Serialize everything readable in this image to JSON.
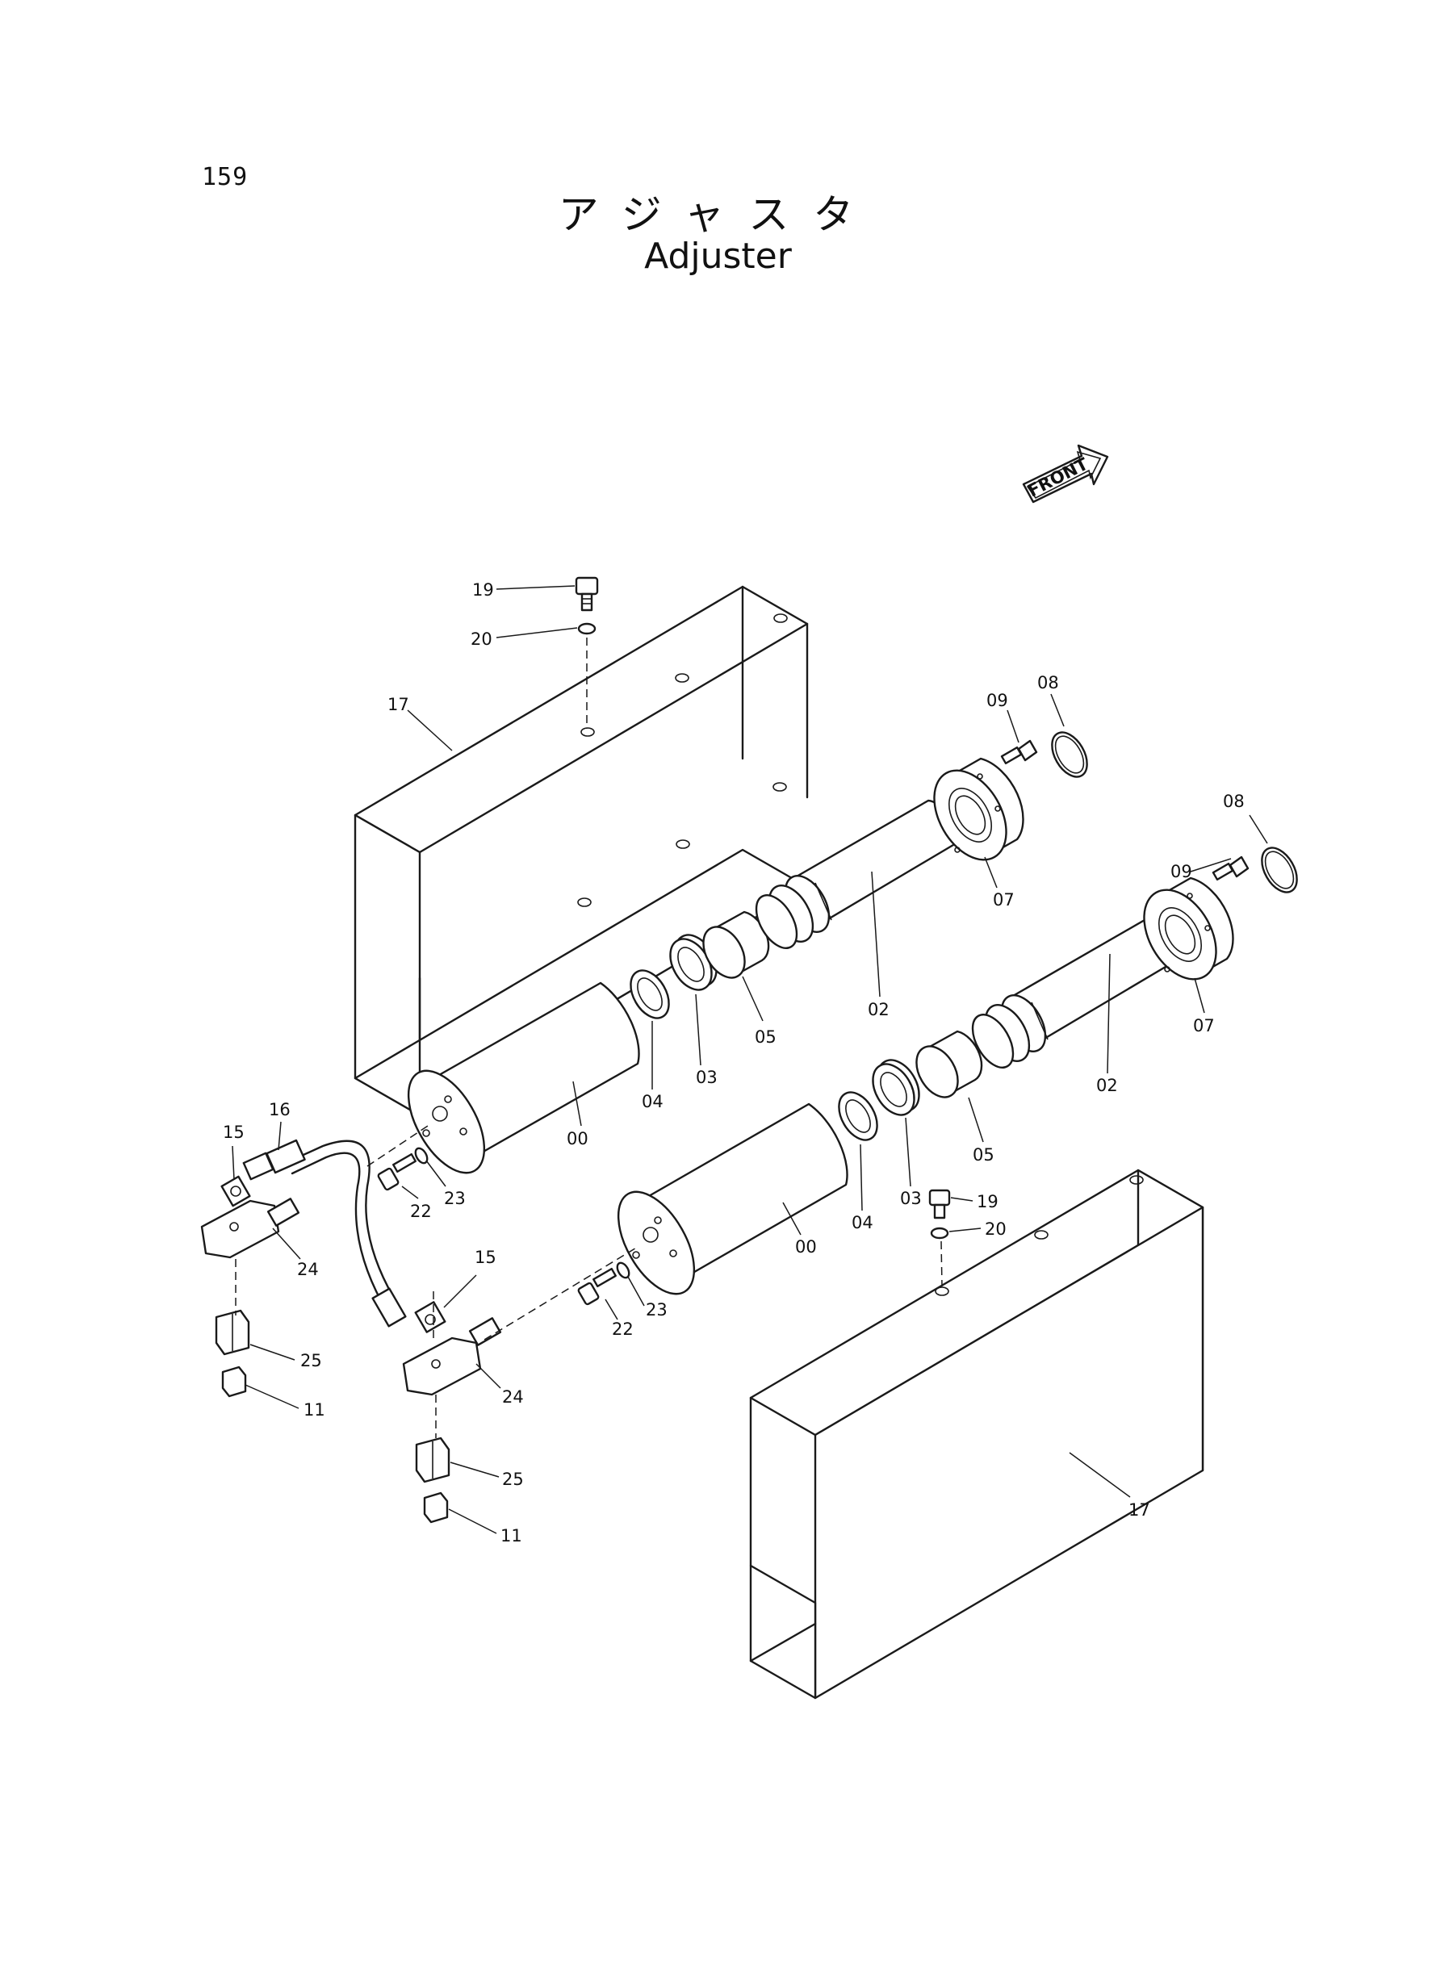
{
  "header": {
    "page_number": "159",
    "title_jp": "アジャスタ",
    "title_en": "Adjuster"
  },
  "front_marker": "FRONT",
  "callouts": [
    {
      "id": "c-19-top",
      "text": "19"
    },
    {
      "id": "c-20-top",
      "text": "20"
    },
    {
      "id": "c-17-top",
      "text": "17"
    },
    {
      "id": "c-09-a",
      "text": "09"
    },
    {
      "id": "c-08-a",
      "text": "08"
    },
    {
      "id": "c-07-a",
      "text": "07"
    },
    {
      "id": "c-02-a",
      "text": "02"
    },
    {
      "id": "c-05-a",
      "text": "05"
    },
    {
      "id": "c-03-a",
      "text": "03"
    },
    {
      "id": "c-04-a",
      "text": "04"
    },
    {
      "id": "c-00-a",
      "text": "00"
    },
    {
      "id": "c-16",
      "text": "16"
    },
    {
      "id": "c-15-a",
      "text": "15"
    },
    {
      "id": "c-23-a",
      "text": "23"
    },
    {
      "id": "c-22-a",
      "text": "22"
    },
    {
      "id": "c-24-a",
      "text": "24"
    },
    {
      "id": "c-25-a",
      "text": "25"
    },
    {
      "id": "c-11-a",
      "text": "11"
    },
    {
      "id": "c-09-b",
      "text": "09"
    },
    {
      "id": "c-08-b",
      "text": "08"
    },
    {
      "id": "c-07-b",
      "text": "07"
    },
    {
      "id": "c-02-b",
      "text": "02"
    },
    {
      "id": "c-05-b",
      "text": "05"
    },
    {
      "id": "c-03-b",
      "text": "03"
    },
    {
      "id": "c-04-b",
      "text": "04"
    },
    {
      "id": "c-00-b",
      "text": "00"
    },
    {
      "id": "c-19-b",
      "text": "19"
    },
    {
      "id": "c-20-b",
      "text": "20"
    },
    {
      "id": "c-15-b",
      "text": "15"
    },
    {
      "id": "c-23-b",
      "text": "23"
    },
    {
      "id": "c-22-b",
      "text": "22"
    },
    {
      "id": "c-24-b",
      "text": "24"
    },
    {
      "id": "c-25-b",
      "text": "25"
    },
    {
      "id": "c-11-b",
      "text": "11"
    },
    {
      "id": "c-17-b",
      "text": "17"
    }
  ]
}
